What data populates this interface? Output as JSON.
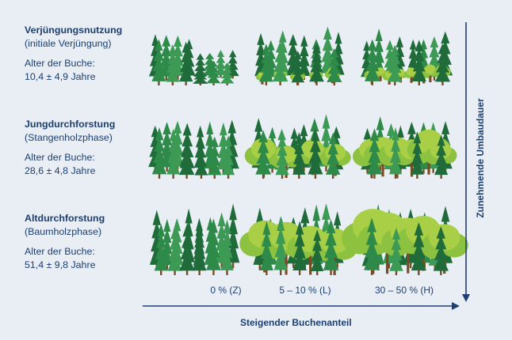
{
  "rows": [
    {
      "title": "Verjüngungsnutzung",
      "phase": "(initiale Verjüngung)",
      "age_label": "Alter der Buche:",
      "age_value": "10,4 ± 4,9 Jahre"
    },
    {
      "title": "Jungdurchforstung",
      "phase": "(Stangenholzphase)",
      "age_label": "Alter der Buche:",
      "age_value": "28,6 ± 4,8 Jahre"
    },
    {
      "title": "Altdurchforstung",
      "phase": "(Baumholzphase)",
      "age_label": "Alter der Buche:",
      "age_value": "51,4 ± 9,8 Jahre"
    }
  ],
  "columns": [
    "0 % (Z)",
    "5 – 10 % (L)",
    "30 – 50 % (H)"
  ],
  "x_axis_title": "Steigender Buchenanteil",
  "y_axis_title": "Zunehmende Umbaudauer",
  "colors": {
    "text": "#1c3f6e",
    "axis": "#1f3f73",
    "spruce_dark": "#1f6b3a",
    "spruce_mid": "#2e8a48",
    "spruce_light": "#3c9a55",
    "beech_light": "#a8cf45",
    "beech_mid": "#8cc23f",
    "trunk": "#7a4b22",
    "background": "#e9eef5"
  }
}
